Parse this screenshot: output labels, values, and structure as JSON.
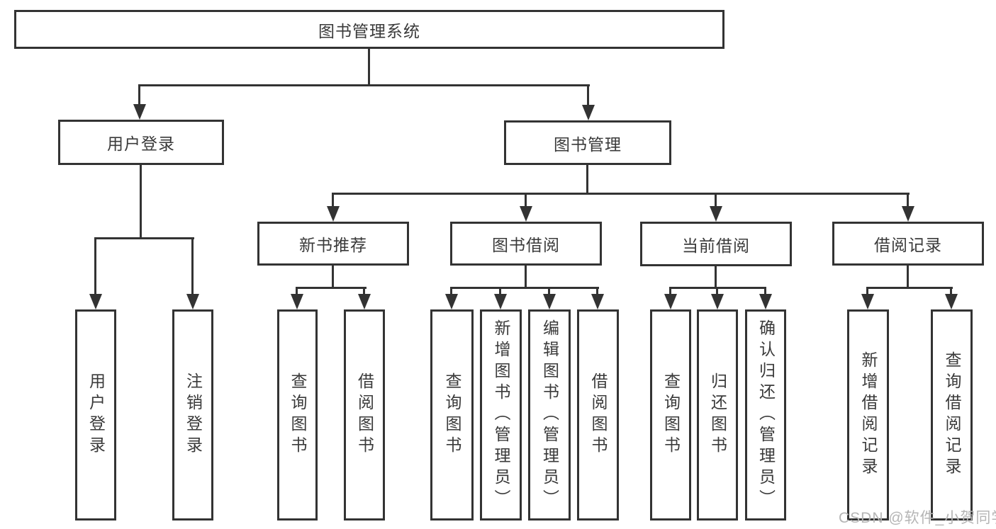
{
  "colors": {
    "line": "#333333",
    "text": "#3a3a3a",
    "watermark": "#b5b5b5",
    "background": "#ffffff"
  },
  "root": {
    "label": "图书管理系统"
  },
  "branches": {
    "user_login": {
      "label": "用户登录",
      "children": [
        {
          "label": "用户登录"
        },
        {
          "label": "注销登录"
        }
      ]
    },
    "book_management": {
      "label": "图书管理"
    },
    "new_book_recommend": {
      "label": "新书推荐",
      "children": [
        {
          "label": "查询图书"
        },
        {
          "label": "借阅图书"
        }
      ]
    },
    "book_borrow": {
      "label": "图书借阅",
      "children": [
        {
          "label": "查询图书"
        },
        {
          "label": "新增图书（管理员）"
        },
        {
          "label": "编辑图书（管理员）"
        },
        {
          "label": "借阅图书"
        }
      ]
    },
    "current_borrow": {
      "label": "当前借阅",
      "children": [
        {
          "label": "查询图书"
        },
        {
          "label": "归还图书"
        },
        {
          "label": "确认归还（管理员）"
        }
      ]
    },
    "borrow_record": {
      "label": "借阅记录",
      "children": [
        {
          "label": "新增借阅记录"
        },
        {
          "label": "查询借阅记录"
        }
      ]
    }
  },
  "watermark": {
    "text": "CSDN @软件_小贺同学"
  }
}
